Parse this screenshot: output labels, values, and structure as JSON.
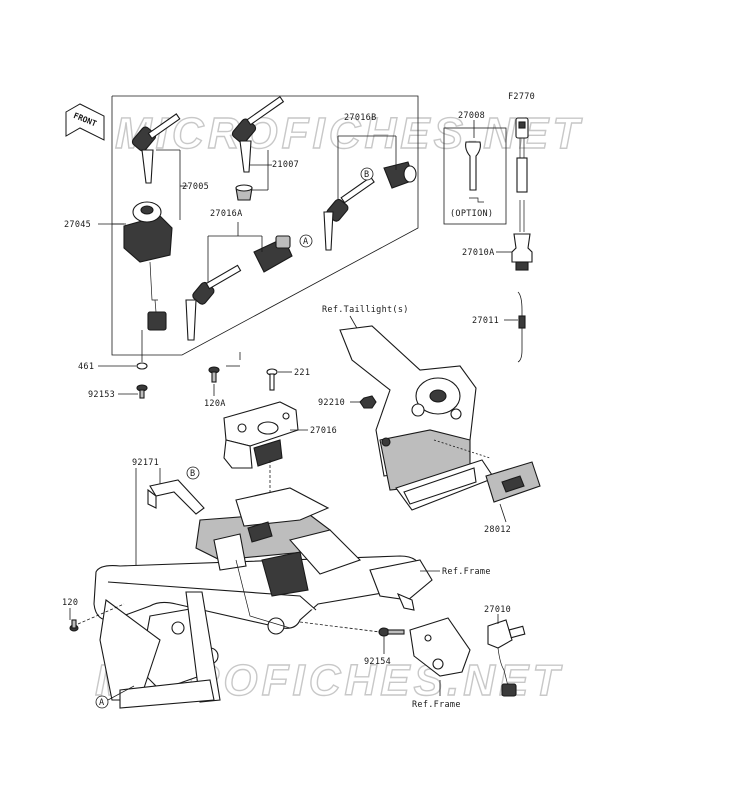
{
  "diagram": {
    "figure_code": "F2770",
    "watermark": "MICROFICHES.NET",
    "front_label": "FRONT",
    "labels": {
      "p27045": "27045",
      "p27005": "27005",
      "p21007": "21007",
      "p27016B": "27016B",
      "p27016A": "27016A",
      "p27008": "27008",
      "option": "(OPTION)",
      "p27010A": "27010A",
      "p27011": "27011",
      "p461": "461",
      "p92153": "92153",
      "p120A": "120A",
      "p221": "221",
      "p27016": "27016",
      "p92210": "92210",
      "ref_taillight": "Ref.Taillight(s)",
      "p92171": "92171",
      "p28012": "28012",
      "ref_frame_1": "Ref.Frame",
      "p120": "120",
      "p27010": "27010",
      "p92154": "92154",
      "ref_frame_2": "Ref.Frame"
    },
    "callouts": {
      "a1": "A",
      "a2": "A",
      "b1": "B",
      "b2": "B"
    }
  }
}
